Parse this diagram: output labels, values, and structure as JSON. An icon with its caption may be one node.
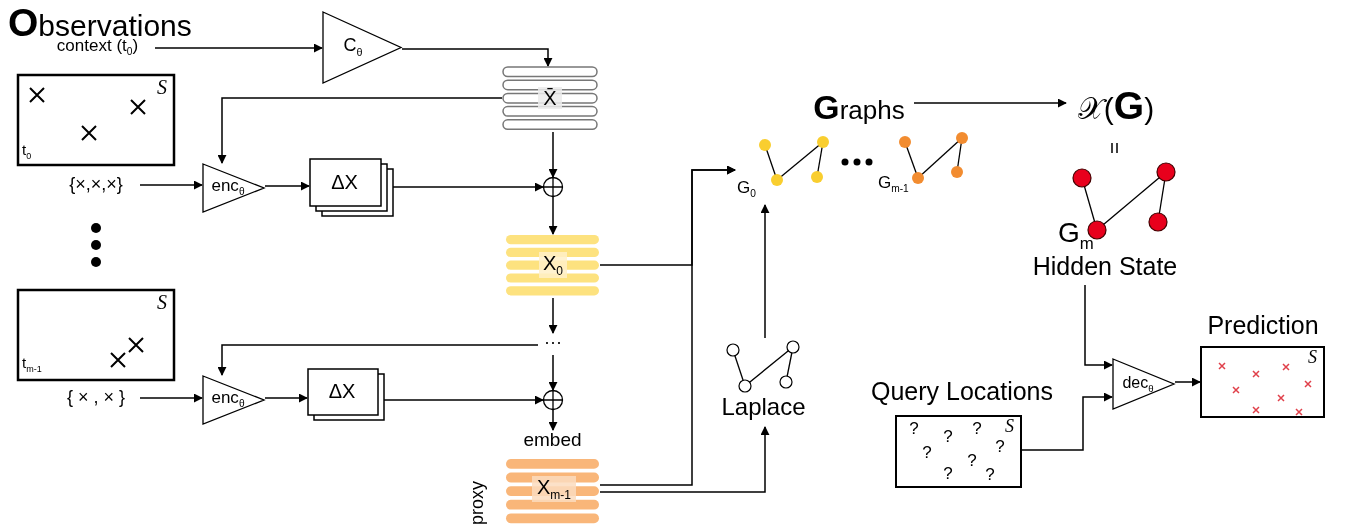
{
  "diagram": {
    "title": "**O**bservations",
    "nodes": [
      {
        "text": [
          "context (t$_{0}$)"
        ]
      },
      {
        "text": [
          "C$_{θ}$"
        ]
      },
      {
        "text": [
          "X̄"
        ]
      },
      {
        "text": [
          "S",
          "t$_{0}$"
        ]
      },
      {
        "text": [
          "{×,×,×}"
        ]
      },
      {
        "text": [
          "enc$_{θ}$"
        ]
      },
      {
        "text": [
          "ΔX"
        ]
      },
      {
        "text": [],
        "shape": "circle"
      },
      {
        "text": [
          "X$_{0}$"
        ]
      },
      {
        "text": [
          "···"
        ]
      },
      {
        "text": [
          "S",
          "t$_{m-1}$"
        ]
      },
      {
        "text": [
          "{ × , × }"
        ]
      },
      {
        "text": [
          "enc$_{θ}$"
        ]
      },
      {
        "text": [
          "ΔX"
        ]
      },
      {
        "text": [],
        "shape": "circle"
      },
      {
        "text": [
          "X$_{m-1}$"
        ],
        "beside": [
          "embed",
          "proxy"
        ]
      },
      {
        "text": [
          "Laplace"
        ]
      },
      {
        "text": [
          "G$_{0}$"
        ]
      },
      {
        "text": [
          "G$_{m-1}$"
        ]
      },
      {
        "text": [
          "**G**raphs"
        ]
      },
      {
        "text": [
          "𝒳(**G**)"
        ]
      },
      {
        "text": [
          "G$_{m}$",
          "Hidden State"
        ]
      },
      {
        "text": [
          "Query Locations",
          "S"
        ]
      },
      {
        "text": [
          "dec$_{θ}$"
        ]
      },
      {
        "text": [
          "Prediction",
          "S"
        ]
      }
    ],
    "edges": [
      {
        "from": 0,
        "to": 1,
        "arrow": "to"
      },
      {
        "from": 1,
        "to": 2,
        "arrow": "to"
      },
      {
        "from": 2,
        "to": 5,
        "arrow": "to"
      },
      {
        "from": 4,
        "to": 5,
        "arrow": "to"
      },
      {
        "from": 5,
        "to": 6,
        "arrow": "to"
      },
      {
        "from": 6,
        "to": 7,
        "arrow": "to"
      },
      {
        "from": 2,
        "to": 7,
        "arrow": "to"
      },
      {
        "from": 7,
        "to": 8,
        "arrow": "to"
      },
      {
        "from": 8,
        "to": 9,
        "arrow": "to"
      },
      {
        "from": 9,
        "to": 12,
        "arrow": "to"
      },
      {
        "from": 9,
        "to": 14,
        "arrow": "to"
      },
      {
        "from": 11,
        "to": 12,
        "arrow": "to"
      },
      {
        "from": 12,
        "to": 13,
        "arrow": "to"
      },
      {
        "from": 13,
        "to": 14,
        "arrow": "to"
      },
      {
        "from": 14,
        "to": 15,
        "arrow": "to"
      },
      {
        "from": 8,
        "to": 17,
        "arrow": "to"
      },
      {
        "from": 15,
        "to": 17,
        "arrow": "to"
      },
      {
        "from": 15,
        "to": 16,
        "arrow": "to"
      },
      {
        "from": 16,
        "to": 17,
        "arrow": "to"
      },
      {
        "from": 19,
        "to": 20,
        "arrow": "to"
      },
      {
        "from": 21,
        "to": 23,
        "arrow": "to"
      },
      {
        "from": 22,
        "to": 23,
        "arrow": "to"
      },
      {
        "from": 23,
        "to": 24,
        "arrow": "to"
      }
    ],
    "labels": [
      "?",
      "?",
      "?",
      "?",
      "?",
      "?",
      "?",
      "?"
    ]
  }
}
